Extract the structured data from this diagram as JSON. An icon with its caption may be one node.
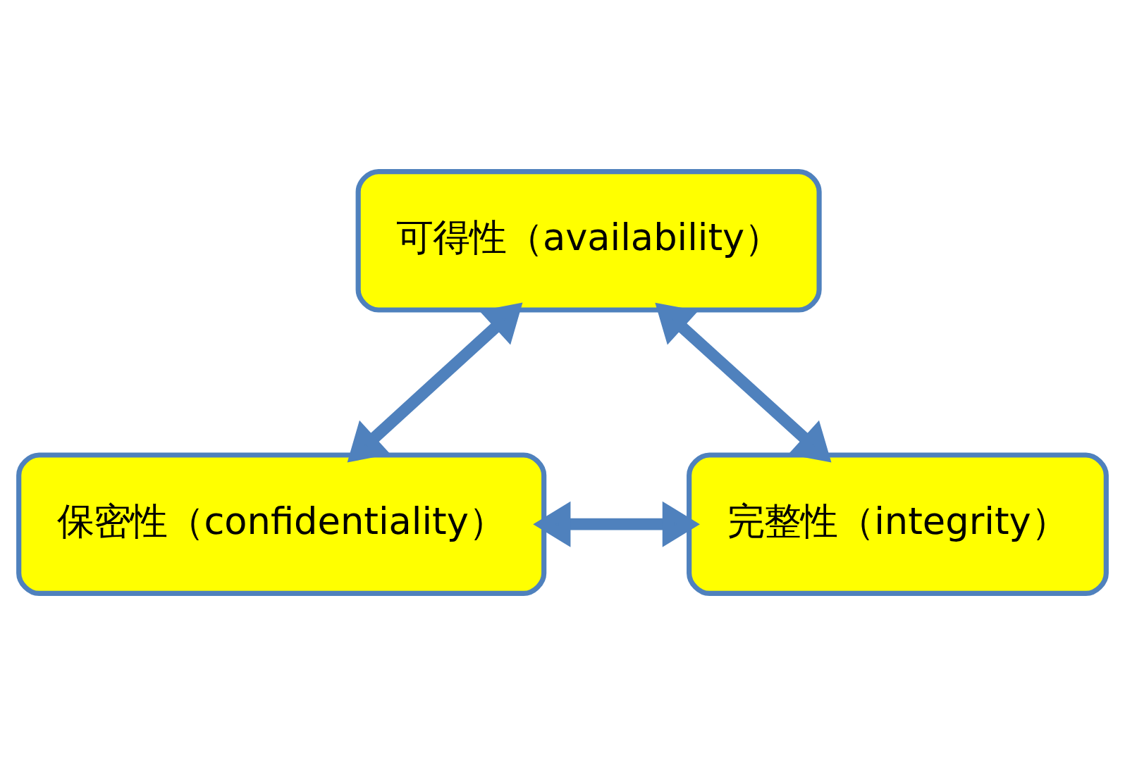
{
  "diagram": {
    "nodes": [
      {
        "text": [
          "可得性（availability）"
        ]
      },
      {
        "text": [
          "保密性（confidentiality）"
        ]
      },
      {
        "text": [
          "完整性（integrity）"
        ]
      }
    ],
    "edges": [
      {
        "from": 0,
        "to": 1,
        "arrow": "both"
      },
      {
        "from": 0,
        "to": 2,
        "arrow": "both"
      },
      {
        "from": 1,
        "to": 2,
        "arrow": "both"
      }
    ]
  }
}
